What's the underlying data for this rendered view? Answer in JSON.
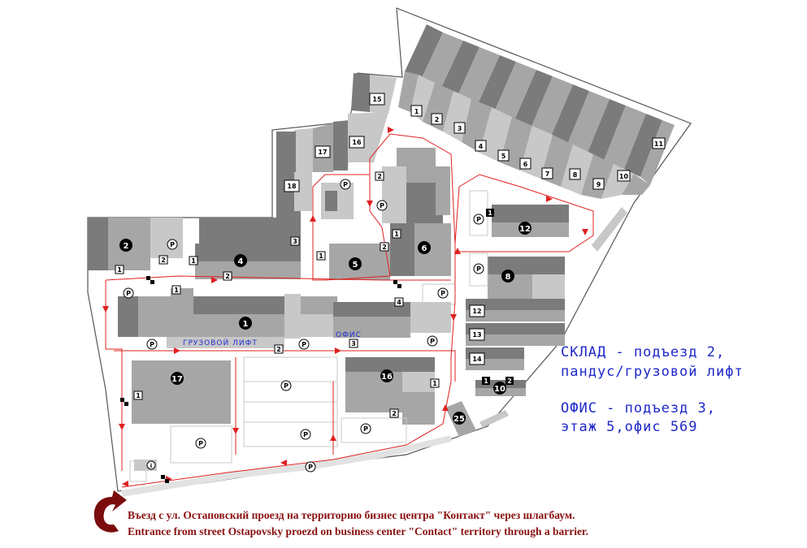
{
  "legend": {
    "warehouse_line1": "СКЛАД - подъезд 2,",
    "warehouse_line2": "пандус/грузовой лифт",
    "office_line1": "ОФИС - подъезд 3,",
    "office_line2": "этаж 5,офис 569"
  },
  "map_labels": {
    "freight_elevator": "ГРУЗОВОЙ ЛИФТ",
    "office": "ОФИС"
  },
  "footer": {
    "entrance_ru": "Въезд с ул. Остаповский проезд на территорию бизнес центра \"Контакт\" через шлагбаум.",
    "entrance_en": "Entrance from street Ostapovsky proezd on business center \"Contact\" territory through a barrier."
  },
  "icons": {
    "parking": "P",
    "info": "i",
    "entrance_arrow": "curved-arrow-icon"
  },
  "colors": {
    "building_dark": "#7b7b7b",
    "building_mid": "#a6a6a6",
    "building_light": "#c8c8c8",
    "route": "#e02020",
    "legend_text": "#1e28c8",
    "footer_text": "#8a1010",
    "arrow": "#7a0c0c"
  },
  "buildings": [
    {
      "id": "1",
      "label": "1"
    },
    {
      "id": "2",
      "label": "2"
    },
    {
      "id": "4",
      "label": "4"
    },
    {
      "id": "5",
      "label": "5"
    },
    {
      "id": "6",
      "label": "6"
    },
    {
      "id": "8",
      "label": "8"
    },
    {
      "id": "12",
      "label": "12"
    },
    {
      "id": "16",
      "label": "16"
    },
    {
      "id": "17",
      "label": "17"
    },
    {
      "id": "25",
      "label": "25"
    }
  ],
  "warehouse_rows": [
    "1",
    "2",
    "3",
    "4",
    "5",
    "6",
    "7",
    "8",
    "9",
    "10",
    "11"
  ],
  "side_labels": {
    "b15": "15",
    "b16n": "16",
    "b17n": "17",
    "b18": "18",
    "b12s": "12",
    "b13": "13",
    "b14": "14",
    "b10": "10"
  },
  "entrance_numbers": {
    "e1": "1",
    "e2": "2",
    "e3": "3",
    "e4": "4"
  }
}
